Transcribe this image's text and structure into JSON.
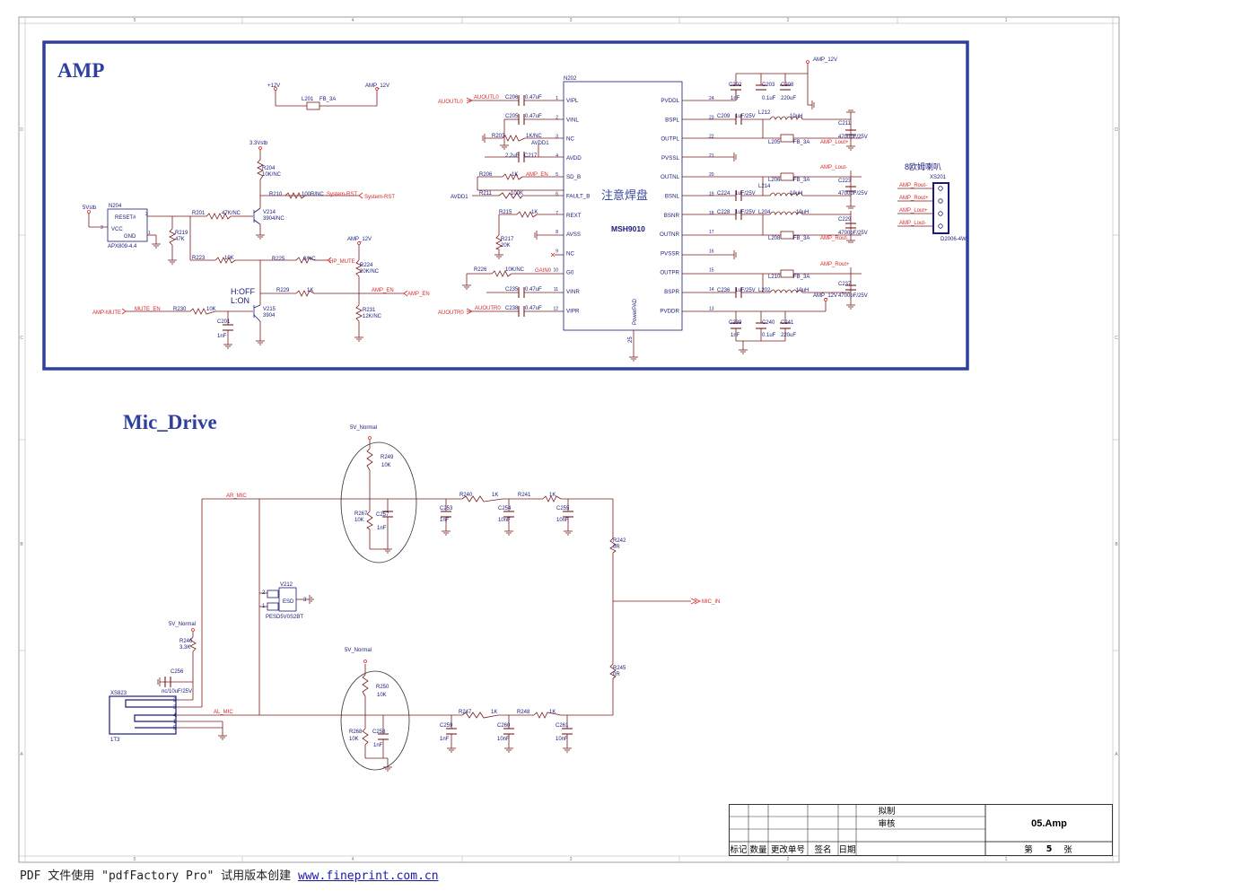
{
  "sections": {
    "amp_title": "AMP",
    "mic_title": "Mic_Drive"
  },
  "amp": {
    "ic_ref": "N202",
    "ic_name": "MSH9010",
    "ic_note": "注意焊盘",
    "ic_pad_label": "PowerPAD",
    "ic_pad_pin": "25",
    "pins_left": [
      {
        "num": "1",
        "name": "VIPL"
      },
      {
        "num": "2",
        "name": "VINL"
      },
      {
        "num": "3",
        "name": "NC"
      },
      {
        "num": "4",
        "name": "AVDD"
      },
      {
        "num": "5",
        "name": "SD_B"
      },
      {
        "num": "6",
        "name": "FAULT_B"
      },
      {
        "num": "7",
        "name": "REXT"
      },
      {
        "num": "8",
        "name": "AVSS"
      },
      {
        "num": "9",
        "name": "NC"
      },
      {
        "num": "10",
        "name": "G0"
      },
      {
        "num": "11",
        "name": "VINR"
      },
      {
        "num": "12",
        "name": "VIPR"
      }
    ],
    "pins_right": [
      {
        "num": "24",
        "name": "PVDDL"
      },
      {
        "num": "23",
        "name": "BSPL"
      },
      {
        "num": "22",
        "name": "OUTPL"
      },
      {
        "num": "21",
        "name": "PVSSL"
      },
      {
        "num": "20",
        "name": "OUTNL"
      },
      {
        "num": "19",
        "name": "BSNL"
      },
      {
        "num": "18",
        "name": "BSNR"
      },
      {
        "num": "17",
        "name": "OUTNR"
      },
      {
        "num": "16",
        "name": "PVSSR"
      },
      {
        "num": "15",
        "name": "OUTPR"
      },
      {
        "num": "14",
        "name": "BSPR"
      },
      {
        "num": "13",
        "name": "PVDDR"
      }
    ],
    "reset_ic": {
      "ref": "N204",
      "name": "APX809-4.4",
      "pin_reset": "RESET#",
      "pin_vcc": "VCC",
      "pin_gnd": "GND",
      "p2": "2",
      "p3": "3",
      "p1": "1"
    },
    "labels": [
      {
        "id": "l1",
        "text": "+12V"
      },
      {
        "id": "l2",
        "text": "L201"
      },
      {
        "id": "l3",
        "text": "FB_3A"
      },
      {
        "id": "l4",
        "text": "AMP_12V"
      },
      {
        "id": "l5",
        "text": "3.3Vstb"
      },
      {
        "id": "l6",
        "text": "R204"
      },
      {
        "id": "l7",
        "text": "10K/NC"
      },
      {
        "id": "l8",
        "text": "R210"
      },
      {
        "id": "l9",
        "text": "100R/NC"
      },
      {
        "id": "l10",
        "text": "System-RST"
      },
      {
        "id": "l11",
        "text": "System-RST"
      },
      {
        "id": "l12",
        "text": "5Vstb"
      },
      {
        "id": "l13",
        "text": "R201"
      },
      {
        "id": "l14",
        "text": "47K/NC"
      },
      {
        "id": "l15",
        "text": "V214"
      },
      {
        "id": "l16",
        "text": "3904/NC"
      },
      {
        "id": "l17",
        "text": "R219"
      },
      {
        "id": "l18",
        "text": "47K"
      },
      {
        "id": "l19",
        "text": "R223"
      },
      {
        "id": "l20",
        "text": "10K"
      },
      {
        "id": "l21",
        "text": "R225"
      },
      {
        "id": "l22",
        "text": "0/NC"
      },
      {
        "id": "l23",
        "text": "HP_MUTE"
      },
      {
        "id": "l24",
        "text": "AMP_12V"
      },
      {
        "id": "l25",
        "text": "R224"
      },
      {
        "id": "l26",
        "text": "20K/NC"
      },
      {
        "id": "l27",
        "text": "H:OFF"
      },
      {
        "id": "l28",
        "text": "L:ON"
      },
      {
        "id": "l29",
        "text": "R229"
      },
      {
        "id": "l30",
        "text": "1K"
      },
      {
        "id": "l31",
        "text": "AMP_EN"
      },
      {
        "id": "l32",
        "text": "AMP_EN"
      },
      {
        "id": "l33",
        "text": "AMP-MUTE"
      },
      {
        "id": "l34",
        "text": "MUTE_EN"
      },
      {
        "id": "l35",
        "text": "R230"
      },
      {
        "id": "l36",
        "text": "10K"
      },
      {
        "id": "l37",
        "text": "V215"
      },
      {
        "id": "l38",
        "text": "3904"
      },
      {
        "id": "l39",
        "text": "C201"
      },
      {
        "id": "l40",
        "text": "1nF"
      },
      {
        "id": "l41",
        "text": "R231"
      },
      {
        "id": "l42",
        "text": "12K/NC"
      },
      {
        "id": "l43",
        "text": "AUOUTL0"
      },
      {
        "id": "l44",
        "text": "AUOUTL0"
      },
      {
        "id": "l45",
        "text": "C206"
      },
      {
        "id": "l46",
        "text": "0.47uF"
      },
      {
        "id": "l47",
        "text": "C205"
      },
      {
        "id": "l48",
        "text": "0.47uF"
      },
      {
        "id": "l49",
        "text": "R203"
      },
      {
        "id": "l50",
        "text": "1K/NC"
      },
      {
        "id": "l51",
        "text": "AVDD1"
      },
      {
        "id": "l52",
        "text": "2.2uF"
      },
      {
        "id": "l53",
        "text": "C217"
      },
      {
        "id": "l54",
        "text": "R206"
      },
      {
        "id": "l55",
        "text": "1K"
      },
      {
        "id": "l56",
        "text": "AMP_EN"
      },
      {
        "id": "l57",
        "text": "AVDD1"
      },
      {
        "id": "l58",
        "text": "R211"
      },
      {
        "id": "l59",
        "text": "100K"
      },
      {
        "id": "l60",
        "text": "R215"
      },
      {
        "id": "l61",
        "text": "1K"
      },
      {
        "id": "l62",
        "text": "R217"
      },
      {
        "id": "l63",
        "text": "20K"
      },
      {
        "id": "l64",
        "text": "R226"
      },
      {
        "id": "l65",
        "text": "10K/NC"
      },
      {
        "id": "l66",
        "text": "GAIN0"
      },
      {
        "id": "l67",
        "text": "C235"
      },
      {
        "id": "l68",
        "text": "0.47uF"
      },
      {
        "id": "l69",
        "text": "AUOUTR0"
      },
      {
        "id": "l70",
        "text": "AUOUTR0"
      },
      {
        "id": "l71",
        "text": "C238"
      },
      {
        "id": "l72",
        "text": "0.47uF"
      },
      {
        "id": "l73",
        "text": "AMP_12V"
      },
      {
        "id": "l74",
        "text": "C202"
      },
      {
        "id": "l75",
        "text": "1nF"
      },
      {
        "id": "l76",
        "text": "C203"
      },
      {
        "id": "l77",
        "text": "0.1uF"
      },
      {
        "id": "l78",
        "text": "C208"
      },
      {
        "id": "l79",
        "text": "220uF"
      },
      {
        "id": "l80",
        "text": "C209"
      },
      {
        "id": "l81",
        "text": "1uF/25V"
      },
      {
        "id": "l82",
        "text": "L212"
      },
      {
        "id": "l83",
        "text": "10uH"
      },
      {
        "id": "l84",
        "text": "C211"
      },
      {
        "id": "l85",
        "text": "4700pF/25V"
      },
      {
        "id": "l86",
        "text": "L205"
      },
      {
        "id": "l87",
        "text": "FB_3A"
      },
      {
        "id": "l88",
        "text": "AMP_Lout+"
      },
      {
        "id": "l89",
        "text": "AMP_Lout-"
      },
      {
        "id": "l90",
        "text": "L206"
      },
      {
        "id": "l91",
        "text": "FB_3A"
      },
      {
        "id": "l92",
        "text": "C224"
      },
      {
        "id": "l93",
        "text": "1uF/25V"
      },
      {
        "id": "l94",
        "text": "L214"
      },
      {
        "id": "l95",
        "text": "10uH"
      },
      {
        "id": "l96",
        "text": "C223"
      },
      {
        "id": "l97",
        "text": "4700pF/25V"
      },
      {
        "id": "l98",
        "text": "C228"
      },
      {
        "id": "l99",
        "text": "1uF/25V"
      },
      {
        "id": "l100",
        "text": "L204"
      },
      {
        "id": "l101",
        "text": "10uH"
      },
      {
        "id": "l102",
        "text": "C229"
      },
      {
        "id": "l103",
        "text": "4700pF/25V"
      },
      {
        "id": "l104",
        "text": "L208"
      },
      {
        "id": "l105",
        "text": "FB_3A"
      },
      {
        "id": "l106",
        "text": "AMP_Rout-"
      },
      {
        "id": "l107",
        "text": "AMP_Rout+"
      },
      {
        "id": "l108",
        "text": "L210"
      },
      {
        "id": "l109",
        "text": "FB_3A"
      },
      {
        "id": "l110",
        "text": "C236"
      },
      {
        "id": "l111",
        "text": "1uF/25V"
      },
      {
        "id": "l112",
        "text": "L202"
      },
      {
        "id": "l113",
        "text": "10uH"
      },
      {
        "id": "l114",
        "text": "C237"
      },
      {
        "id": "l115",
        "text": "4700pF/25V"
      },
      {
        "id": "l116",
        "text": "AMP_12V"
      },
      {
        "id": "l117",
        "text": "C239"
      },
      {
        "id": "l118",
        "text": "1nF"
      },
      {
        "id": "l119",
        "text": "C240"
      },
      {
        "id": "l120",
        "text": "0.1uF"
      },
      {
        "id": "l121",
        "text": "C241"
      },
      {
        "id": "l122",
        "text": "220uF"
      },
      {
        "id": "l123",
        "text": "8欧姆喇叭"
      },
      {
        "id": "l124",
        "text": "XS201"
      },
      {
        "id": "l125",
        "text": "AMP_Rout-"
      },
      {
        "id": "l126",
        "text": "AMP_Rout+"
      },
      {
        "id": "l127",
        "text": "AMP_Lout+"
      },
      {
        "id": "l128",
        "text": "AMP_Lout-"
      },
      {
        "id": "l129",
        "text": "D2006-4W"
      }
    ]
  },
  "mic": {
    "labels": [
      {
        "id": "m1",
        "text": "5V_Normal"
      },
      {
        "id": "m2",
        "text": "R249"
      },
      {
        "id": "m3",
        "text": "10K"
      },
      {
        "id": "m4",
        "text": "AR_MIC"
      },
      {
        "id": "m5",
        "text": "R267"
      },
      {
        "id": "m6",
        "text": "10K"
      },
      {
        "id": "m7",
        "text": "C257"
      },
      {
        "id": "m8",
        "text": "1nF"
      },
      {
        "id": "m9",
        "text": "R240"
      },
      {
        "id": "m10",
        "text": "1K"
      },
      {
        "id": "m11",
        "text": "R241"
      },
      {
        "id": "m12",
        "text": "1K"
      },
      {
        "id": "m13",
        "text": "C253"
      },
      {
        "id": "m14",
        "text": "1nF"
      },
      {
        "id": "m15",
        "text": "C254"
      },
      {
        "id": "m16",
        "text": "10nF"
      },
      {
        "id": "m17",
        "text": "C255"
      },
      {
        "id": "m18",
        "text": "10nF"
      },
      {
        "id": "m19",
        "text": "R242"
      },
      {
        "id": "m20",
        "text": "0R"
      },
      {
        "id": "m21",
        "text": "MIC_IN"
      },
      {
        "id": "m22",
        "text": "V212"
      },
      {
        "id": "m23",
        "text": "ESD"
      },
      {
        "id": "m24",
        "text": "PESD5V0S2BT"
      },
      {
        "id": "m25",
        "text": "5V_Normal"
      },
      {
        "id": "m26",
        "text": "R246"
      },
      {
        "id": "m27",
        "text": "3.3K"
      },
      {
        "id": "m28",
        "text": "C256"
      },
      {
        "id": "m29",
        "text": "nc/10uF/25V"
      },
      {
        "id": "m30",
        "text": "XS823"
      },
      {
        "id": "m31",
        "text": "1T3"
      },
      {
        "id": "m32",
        "text": "AL_MIC"
      },
      {
        "id": "m33",
        "text": "5V_Normal"
      },
      {
        "id": "m34",
        "text": "R250"
      },
      {
        "id": "m35",
        "text": "10K"
      },
      {
        "id": "m36",
        "text": "R268"
      },
      {
        "id": "m37",
        "text": "10K"
      },
      {
        "id": "m38",
        "text": "C258"
      },
      {
        "id": "m39",
        "text": "1nF"
      },
      {
        "id": "m40",
        "text": "R247"
      },
      {
        "id": "m41",
        "text": "1K"
      },
      {
        "id": "m42",
        "text": "R248"
      },
      {
        "id": "m43",
        "text": "1K"
      },
      {
        "id": "m44",
        "text": "C259"
      },
      {
        "id": "m45",
        "text": "1nF"
      },
      {
        "id": "m46",
        "text": "C260"
      },
      {
        "id": "m47",
        "text": "10nF"
      },
      {
        "id": "m48",
        "text": "C261"
      },
      {
        "id": "m49",
        "text": "10nF"
      },
      {
        "id": "m50",
        "text": "R245"
      },
      {
        "id": "m51",
        "text": "0R"
      },
      {
        "id": "m52",
        "text": "2"
      },
      {
        "id": "m53",
        "text": "1"
      },
      {
        "id": "m54",
        "text": "3"
      },
      {
        "id": "m55",
        "text": "2"
      },
      {
        "id": "m56",
        "text": "3"
      },
      {
        "id": "m57",
        "text": "4"
      },
      {
        "id": "m58",
        "text": "1"
      },
      {
        "id": "m59",
        "text": "5"
      }
    ]
  },
  "frame": {
    "top_ruler": [
      "5",
      "4",
      "3",
      "2",
      "1"
    ],
    "side_ruler": [
      "D",
      "C",
      "B",
      "A"
    ]
  },
  "title_block": {
    "drawn": "拟制",
    "review": "审核",
    "title": "05.Amp",
    "col1": "标记",
    "col2": "数量",
    "col3": "更改单号",
    "col4": "签名",
    "col5": "日期",
    "sheet_prefix": "第",
    "sheet_num": "5",
    "sheet_suffix": "张"
  },
  "footer": {
    "text": "PDF 文件使用 \"pdfFactory Pro\" 试用版本创建 ",
    "link": "www.fineprint.com.cn"
  },
  "colors": {
    "wire": "#7a1a1a",
    "net": "#d8282a",
    "frame_blue": "#2e3f9e",
    "title_blue": "#2e3f9e",
    "part": "#1a1a7a"
  }
}
